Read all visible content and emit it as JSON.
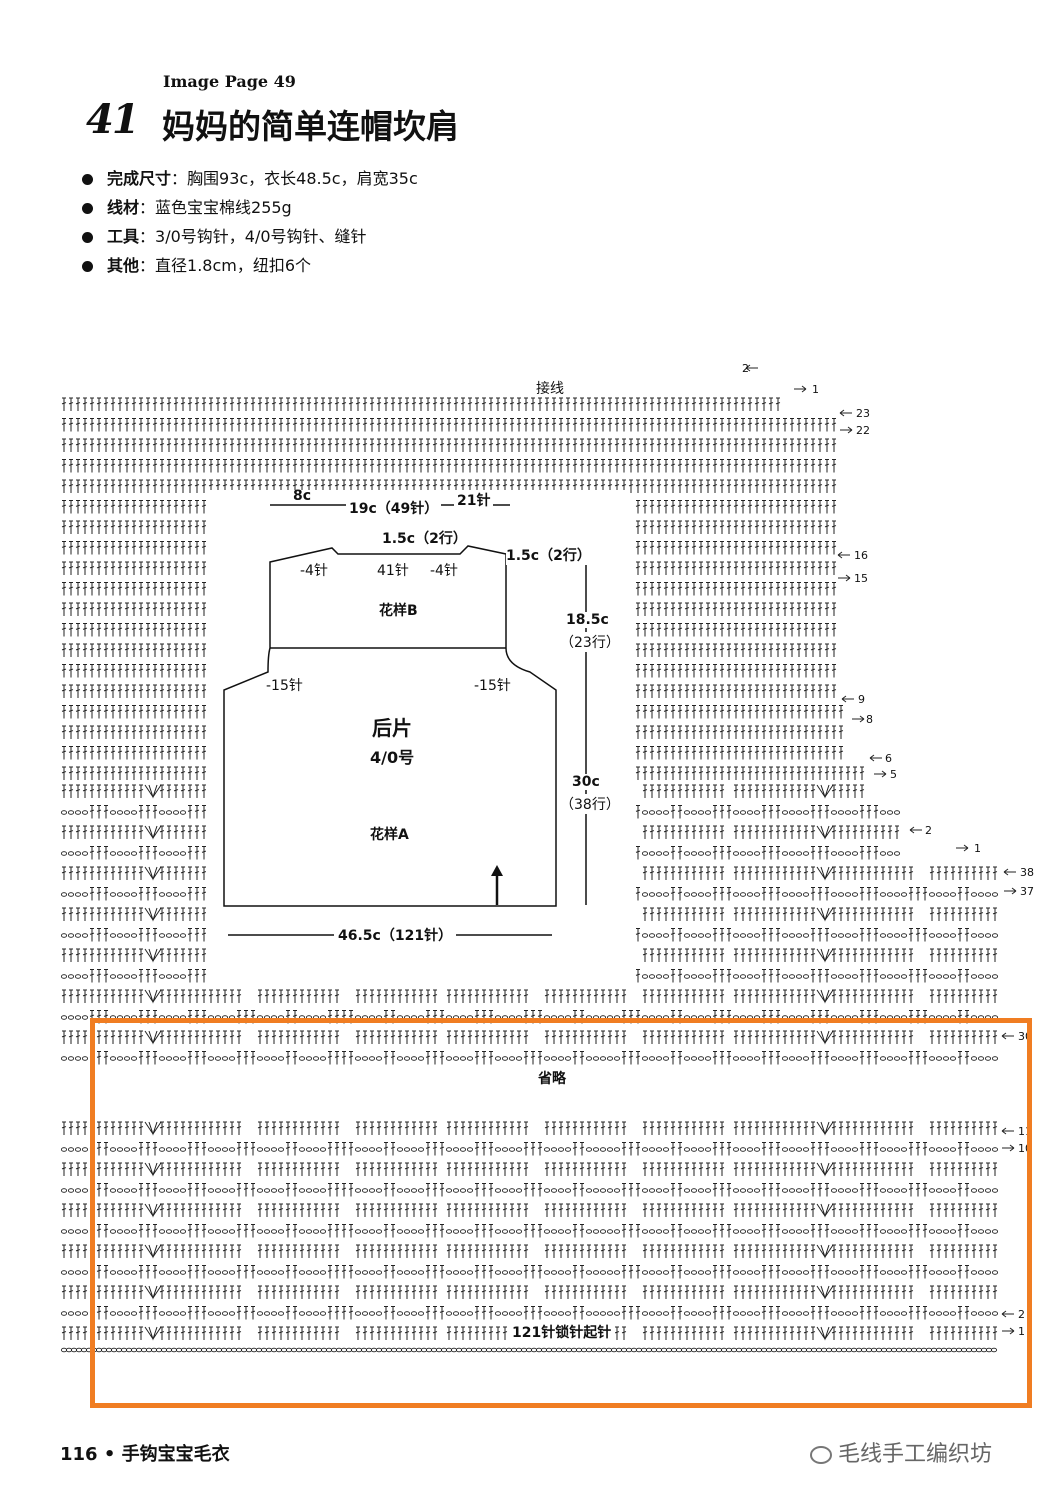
{
  "header": {
    "image_page": "Image Page 49",
    "pattern_number": "41",
    "title": "妈妈的简单连帽坎肩"
  },
  "specs": [
    {
      "label": "完成尺寸",
      "value": "：胸围93c，衣长48.5c，肩宽35c"
    },
    {
      "label": "线材",
      "value": "：蓝色宝宝棉线255g"
    },
    {
      "label": "工具",
      "value": "：3/0号钩针，4/0号钩针、缝针"
    },
    {
      "label": "其他",
      "value": "：直径1.8cm，纽扣6个"
    }
  ],
  "schematic": {
    "top_left_width": "8c",
    "neck_width": "19c（49针）",
    "top_right_stitches": "21针",
    "neck_depth": "1.5c（2行）",
    "shoulder_depth": "1.5c（2行）",
    "neck_dec_left": "-4针",
    "neck_center": "41针",
    "neck_dec_right": "-4针",
    "yoke_pattern": "花样B",
    "yoke_height": "18.5c",
    "yoke_rows": "（23行）",
    "armhole_dec_left": "-15针",
    "armhole_dec_right": "-15针",
    "piece_name": "后片",
    "hook_size": "4/0号",
    "body_height": "30c",
    "body_rows": "（38行）",
    "body_pattern": "花样A",
    "bottom_width": "46.5c（121针）"
  },
  "chart": {
    "join_label": "接线",
    "omitted_label": "省略",
    "foundation_label": "121针锁针起针",
    "row_markers": [
      "2",
      "1",
      "23",
      "22",
      "16",
      "15",
      "9",
      "8",
      "6",
      "5",
      "2",
      "1",
      "38",
      "37",
      "30",
      "11",
      "10",
      "2",
      "1"
    ]
  },
  "footer": {
    "page_number": "116",
    "book_title": "• 手钩宝宝毛衣"
  },
  "watermark": "毛线手工编织坊",
  "colors": {
    "callout_border": "#f07d22",
    "ink": "#111111"
  }
}
